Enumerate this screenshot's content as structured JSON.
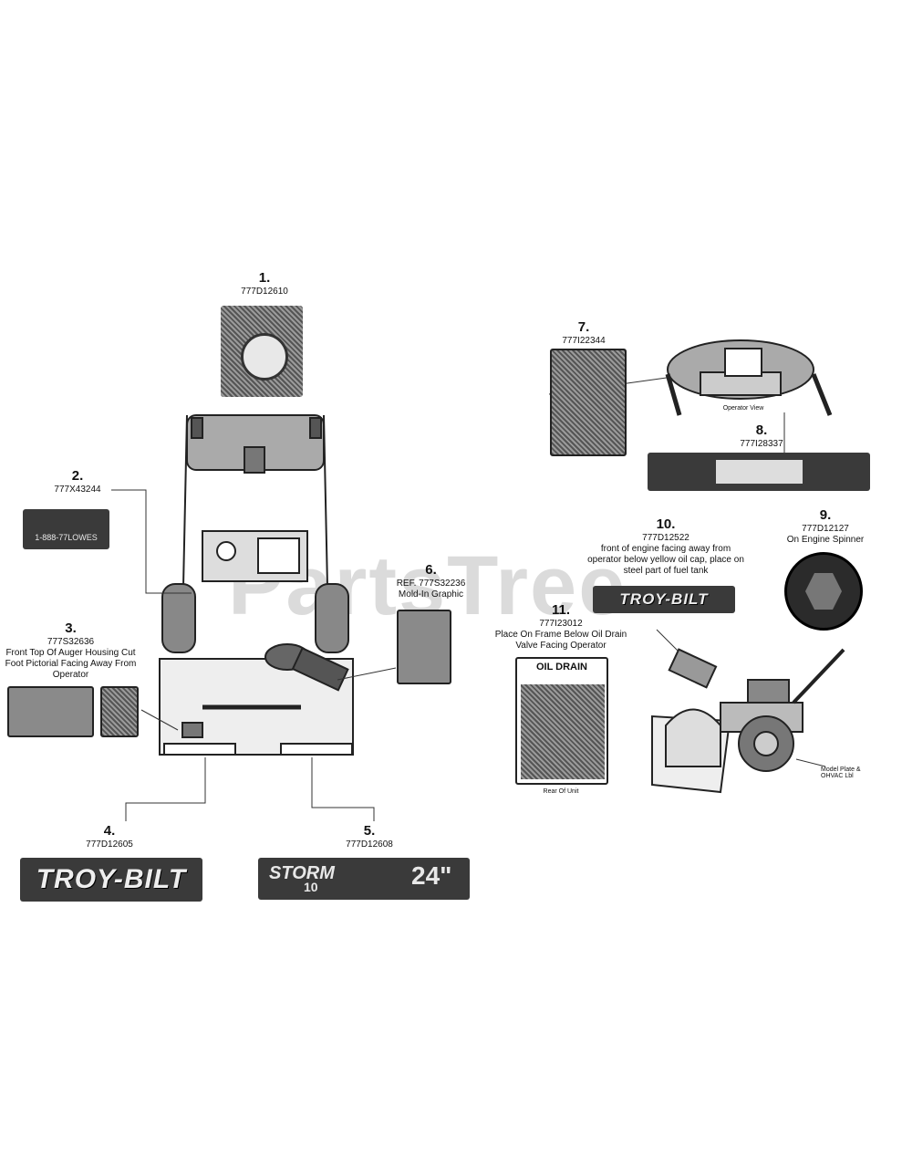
{
  "watermark": "PartsTree",
  "callouts": [
    {
      "num": "1.",
      "pn": "777D12610",
      "desc": ""
    },
    {
      "num": "2.",
      "pn": "777X43244",
      "desc": ""
    },
    {
      "num": "3.",
      "pn": "777S32636",
      "desc": "Front Top Of Auger Housing Cut Foot Pictorial Facing Away From Operator"
    },
    {
      "num": "4.",
      "pn": "777D12605",
      "desc": ""
    },
    {
      "num": "5.",
      "pn": "777D12608",
      "desc": ""
    },
    {
      "num": "6.",
      "pn": "REF. 777S32236",
      "desc": "Mold-In Graphic"
    },
    {
      "num": "7.",
      "pn": "777I22344",
      "desc": ""
    },
    {
      "num": "8.",
      "pn": "777I28337",
      "desc": ""
    },
    {
      "num": "9.",
      "pn": "777D12127",
      "desc": "On Engine Spinner"
    },
    {
      "num": "10.",
      "pn": "777D12522",
      "desc": "front of engine facing away from operator below yellow oil cap, place on steel part of fuel tank"
    },
    {
      "num": "11.",
      "pn": "777I23012",
      "desc": "Place On Frame Below Oil Drain Valve Facing Operator"
    }
  ],
  "decals": {
    "d2_line1": "1-888-77LOWES",
    "d4_brand": "TROY-BILT",
    "d5_model": "STORM",
    "d5_num": "10",
    "d5_size": "24\"",
    "d10_brand": "TROY-BILT",
    "d11_title": "OIL DRAIN",
    "d11_caption": "Rear Of Unit",
    "d7_caption": "Operator View",
    "model_plate": "Model Plate & OHVAC Lbl"
  },
  "icon_names": [
    "snowblower-front-view",
    "engine-top-view",
    "snowblower-side-view",
    "spinner-hex-icon"
  ]
}
